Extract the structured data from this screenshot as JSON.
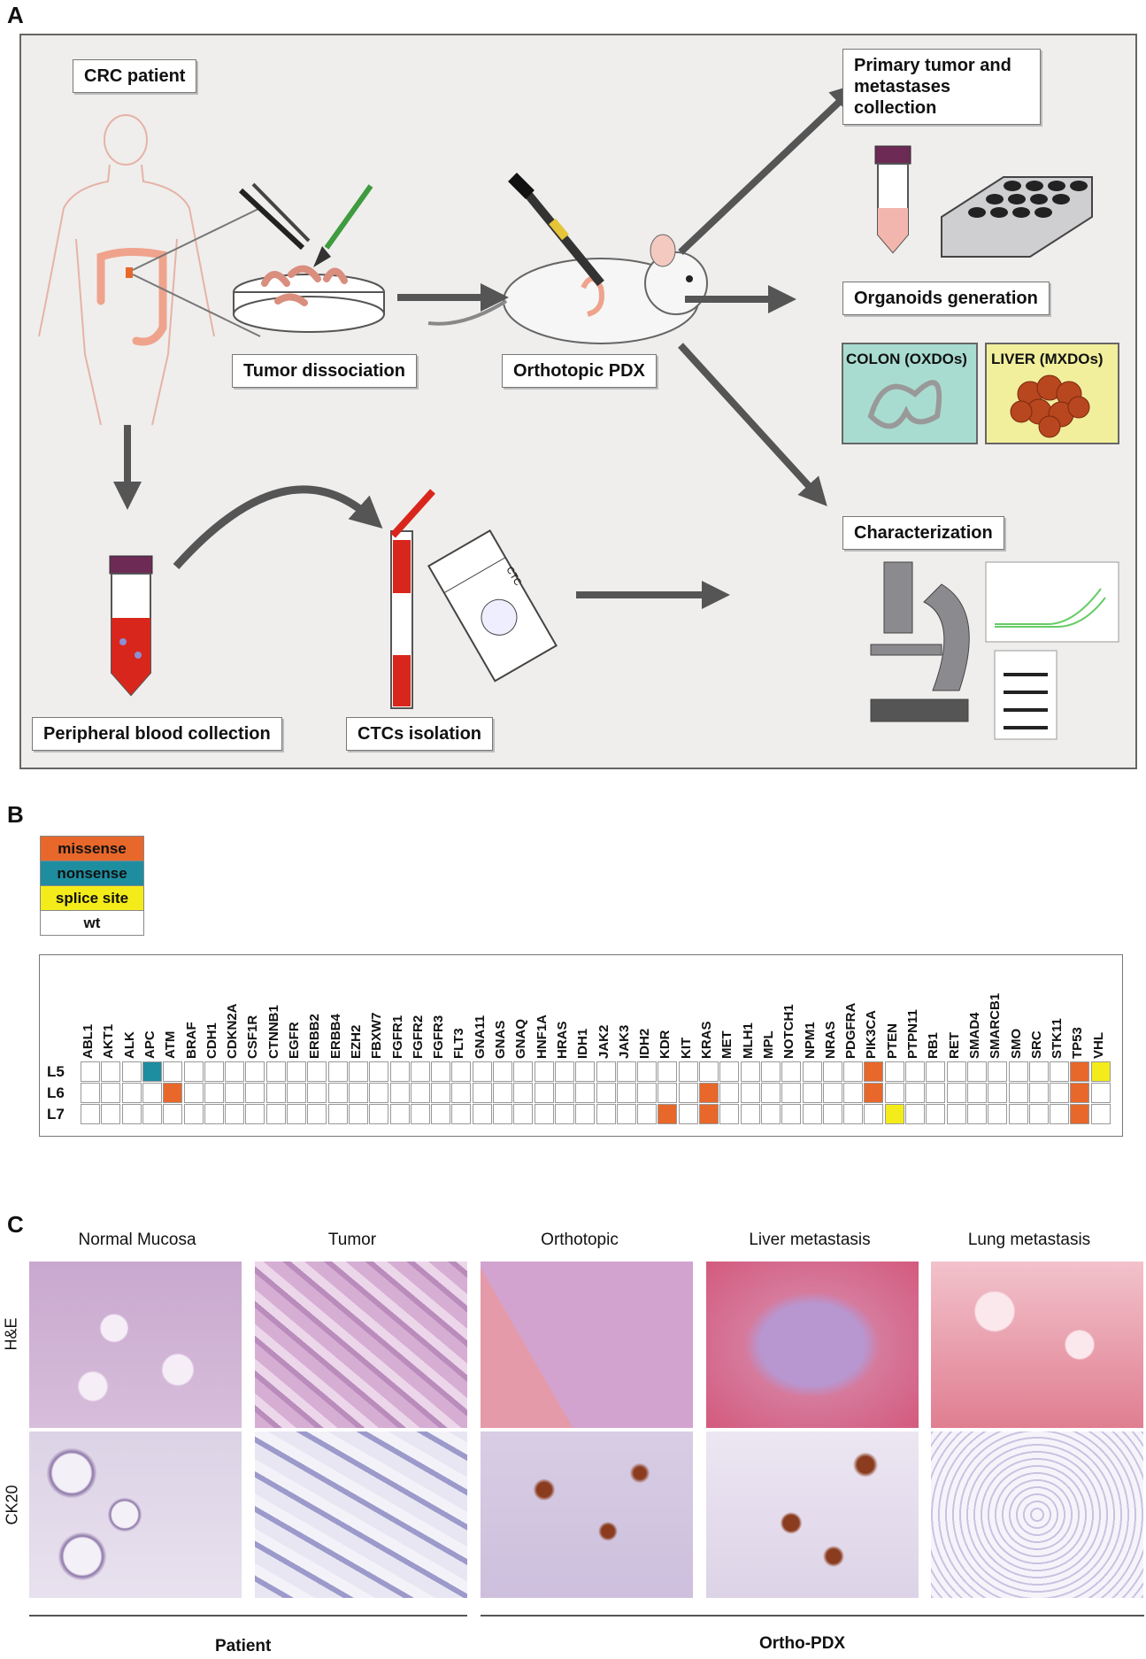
{
  "panel_a": {
    "letter": "A",
    "labels": {
      "crc_patient": "CRC patient",
      "tumor_dissociation": "Tumor dissociation",
      "orthotopic_pdx": "Orthotopic PDX",
      "primary_tumor": "Primary tumor and metastases collection",
      "organoids_generation": "Organoids generation",
      "colon_oxdos": "COLON (OXDOs)",
      "liver_mxdos": "LIVER (MXDOs)",
      "characterization": "Characterization",
      "peripheral_blood": "Peripheral blood collection",
      "ctcs_isolation": "CTCs isolation",
      "ctc_slide": "CTC"
    },
    "colors": {
      "colon_box": "#a9dcd0",
      "liver_box": "#f1ef9c",
      "arrow": "#555555",
      "blood": "#d9261c"
    }
  },
  "panel_b": {
    "letter": "B",
    "legend": [
      {
        "label": "missense",
        "color": "#e8672a"
      },
      {
        "label": "nonsense",
        "color": "#1e8da0"
      },
      {
        "label": "splice site",
        "color": "#f4ec1a"
      },
      {
        "label": "wt",
        "color": "#ffffff"
      }
    ],
    "genes": [
      "ABL1",
      "AKT1",
      "ALK",
      "APC",
      "ATM",
      "BRAF",
      "CDH1",
      "CDKN2A",
      "CSF1R",
      "CTNNB1",
      "EGFR",
      "ERBB2",
      "ERBB4",
      "EZH2",
      "FBXW7",
      "FGFR1",
      "FGFR2",
      "FGFR3",
      "FLT3",
      "GNA11",
      "GNAS",
      "GNAQ",
      "HNF1A",
      "HRAS",
      "IDH1",
      "JAK2",
      "JAK3",
      "IDH2",
      "KDR",
      "KIT",
      "KRAS",
      "MET",
      "MLH1",
      "MPL",
      "NOTCH1",
      "NPM1",
      "NRAS",
      "PDGFRA",
      "PIK3CA",
      "PTEN",
      "PTPN11",
      "RB1",
      "RET",
      "SMAD4",
      "SMARCB1",
      "SMO",
      "SRC",
      "STK11",
      "TP53",
      "VHL"
    ],
    "rows": [
      {
        "label": "L5",
        "mutations": {
          "APC": "nonsense",
          "PIK3CA": "missense",
          "TP53": "missense",
          "VHL": "splice site"
        }
      },
      {
        "label": "L6",
        "mutations": {
          "ATM": "missense",
          "KRAS": "missense",
          "PIK3CA": "missense",
          "TP53": "missense"
        }
      },
      {
        "label": "L7",
        "mutations": {
          "KDR": "missense",
          "KRAS": "missense",
          "PTEN": "splice site",
          "TP53": "missense"
        }
      }
    ]
  },
  "panel_c": {
    "letter": "C",
    "columns": [
      "Normal Mucosa",
      "Tumor",
      "Orthotopic",
      "Liver metastasis",
      "Lung metastasis"
    ],
    "rows": [
      "H&E",
      "CK20"
    ],
    "groups": [
      "Patient",
      "Ortho-PDX"
    ]
  }
}
